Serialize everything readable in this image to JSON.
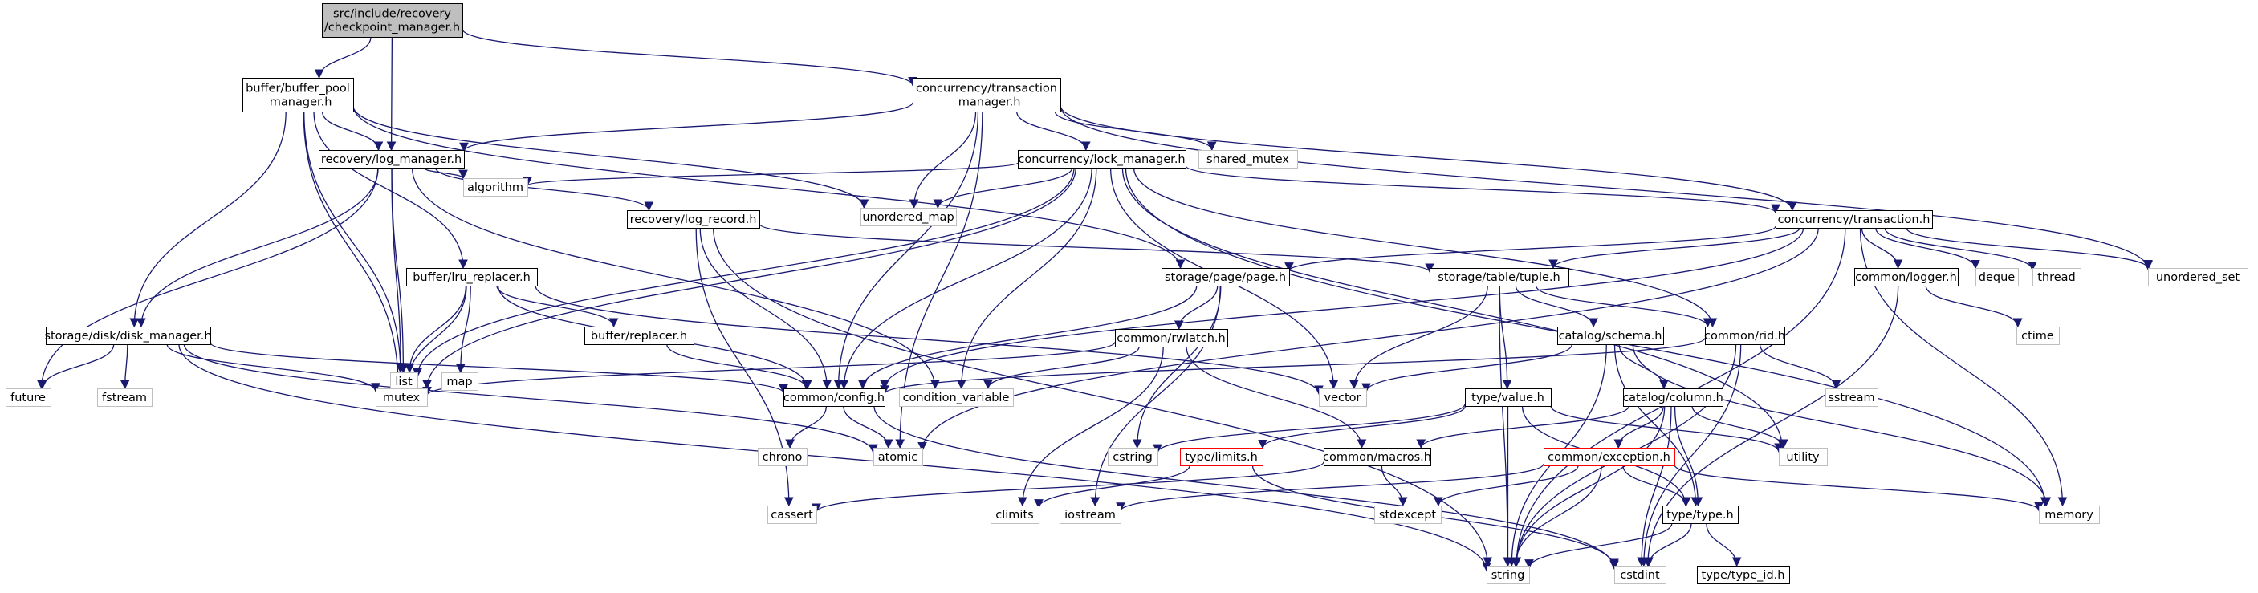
{
  "colors": {
    "edge": "#191970",
    "box_border": "#000000",
    "box_fill": "#ffffff",
    "root_fill": "#bfbfbf",
    "missing_border": "#bfbfbf",
    "truncated_border": "#ff0000",
    "text": "#000000"
  },
  "nodes": {
    "checkpoint_manager": {
      "label": [
        "src/include/recovery",
        "/checkpoint_manager.h"
      ],
      "kind": "root"
    },
    "buffer_pool_manager": {
      "label": [
        "buffer/buffer_pool",
        "_manager.h"
      ],
      "kind": "normal"
    },
    "transaction_manager": {
      "label": [
        "concurrency/transaction",
        "_manager.h"
      ],
      "kind": "normal"
    },
    "log_manager": {
      "label": [
        "recovery/log_manager.h"
      ],
      "kind": "normal"
    },
    "lock_manager": {
      "label": [
        "concurrency/lock_manager.h"
      ],
      "kind": "normal"
    },
    "shared_mutex": {
      "label": [
        "shared_mutex"
      ],
      "kind": "missing"
    },
    "algorithm": {
      "label": [
        "algorithm"
      ],
      "kind": "missing"
    },
    "unordered_map": {
      "label": [
        "unordered_map"
      ],
      "kind": "missing"
    },
    "log_record": {
      "label": [
        "recovery/log_record.h"
      ],
      "kind": "normal"
    },
    "transaction": {
      "label": [
        "concurrency/transaction.h"
      ],
      "kind": "normal"
    },
    "unordered_set": {
      "label": [
        "unordered_set"
      ],
      "kind": "missing"
    },
    "lru_replacer": {
      "label": [
        "buffer/lru_replacer.h"
      ],
      "kind": "normal"
    },
    "page": {
      "label": [
        "storage/page/page.h"
      ],
      "kind": "normal"
    },
    "tuple": {
      "label": [
        "storage/table/tuple.h"
      ],
      "kind": "normal"
    },
    "logger": {
      "label": [
        "common/logger.h"
      ],
      "kind": "normal"
    },
    "deque": {
      "label": [
        "deque"
      ],
      "kind": "missing"
    },
    "thread": {
      "label": [
        "thread"
      ],
      "kind": "missing"
    },
    "list": {
      "label": [
        "list"
      ],
      "kind": "missing"
    },
    "map": {
      "label": [
        "map"
      ],
      "kind": "missing"
    },
    "disk_manager": {
      "label": [
        "storage/disk/disk_manager.h"
      ],
      "kind": "normal"
    },
    "replacer": {
      "label": [
        "buffer/replacer.h"
      ],
      "kind": "normal"
    },
    "rwlatch": {
      "label": [
        "common/rwlatch.h"
      ],
      "kind": "normal"
    },
    "schema": {
      "label": [
        "catalog/schema.h"
      ],
      "kind": "normal"
    },
    "rid": {
      "label": [
        "common/rid.h"
      ],
      "kind": "normal"
    },
    "ctime": {
      "label": [
        "ctime"
      ],
      "kind": "missing"
    },
    "future": {
      "label": [
        "future"
      ],
      "kind": "missing"
    },
    "fstream": {
      "label": [
        "fstream"
      ],
      "kind": "missing"
    },
    "mutex": {
      "label": [
        "mutex"
      ],
      "kind": "missing"
    },
    "config": {
      "label": [
        "common/config.h"
      ],
      "kind": "normal"
    },
    "condition_variable": {
      "label": [
        "condition_variable"
      ],
      "kind": "missing"
    },
    "vector": {
      "label": [
        "vector"
      ],
      "kind": "missing"
    },
    "value": {
      "label": [
        "type/value.h"
      ],
      "kind": "normal"
    },
    "column": {
      "label": [
        "catalog/column.h"
      ],
      "kind": "normal"
    },
    "sstream": {
      "label": [
        "sstream"
      ],
      "kind": "missing"
    },
    "chrono": {
      "label": [
        "chrono"
      ],
      "kind": "missing"
    },
    "atomic": {
      "label": [
        "atomic"
      ],
      "kind": "missing"
    },
    "cstring": {
      "label": [
        "cstring"
      ],
      "kind": "missing"
    },
    "limits": {
      "label": [
        "type/limits.h"
      ],
      "kind": "truncated"
    },
    "macros": {
      "label": [
        "common/macros.h"
      ],
      "kind": "normal"
    },
    "exception": {
      "label": [
        "common/exception.h"
      ],
      "kind": "truncated"
    },
    "utility": {
      "label": [
        "utility"
      ],
      "kind": "missing"
    },
    "cassert": {
      "label": [
        "cassert"
      ],
      "kind": "missing"
    },
    "climits": {
      "label": [
        "climits"
      ],
      "kind": "missing"
    },
    "iostream": {
      "label": [
        "iostream"
      ],
      "kind": "missing"
    },
    "stdexcept": {
      "label": [
        "stdexcept"
      ],
      "kind": "missing"
    },
    "type": {
      "label": [
        "type/type.h"
      ],
      "kind": "normal"
    },
    "memory": {
      "label": [
        "memory"
      ],
      "kind": "missing"
    },
    "string": {
      "label": [
        "string"
      ],
      "kind": "missing"
    },
    "cstdint": {
      "label": [
        "cstdint"
      ],
      "kind": "missing"
    },
    "type_id": {
      "label": [
        "type/type_id.h"
      ],
      "kind": "normal"
    }
  },
  "edges": [
    [
      "checkpoint_manager",
      "buffer_pool_manager"
    ],
    [
      "checkpoint_manager",
      "log_manager"
    ],
    [
      "checkpoint_manager",
      "transaction_manager"
    ],
    [
      "buffer_pool_manager",
      "log_manager"
    ],
    [
      "buffer_pool_manager",
      "disk_manager"
    ],
    [
      "buffer_pool_manager",
      "lru_replacer"
    ],
    [
      "buffer_pool_manager",
      "list"
    ],
    [
      "buffer_pool_manager",
      "mutex"
    ],
    [
      "buffer_pool_manager",
      "unordered_map"
    ],
    [
      "buffer_pool_manager",
      "page"
    ],
    [
      "transaction_manager",
      "log_manager"
    ],
    [
      "transaction_manager",
      "lock_manager"
    ],
    [
      "transaction_manager",
      "shared_mutex"
    ],
    [
      "transaction_manager",
      "unordered_map"
    ],
    [
      "transaction_manager",
      "transaction"
    ],
    [
      "transaction_manager",
      "unordered_set"
    ],
    [
      "transaction_manager",
      "atomic"
    ],
    [
      "transaction_manager",
      "config"
    ],
    [
      "log_manager",
      "algorithm"
    ],
    [
      "log_manager",
      "log_record"
    ],
    [
      "log_manager",
      "disk_manager"
    ],
    [
      "log_manager",
      "condition_variable"
    ],
    [
      "log_manager",
      "future"
    ],
    [
      "log_manager",
      "mutex"
    ],
    [
      "log_manager",
      "list"
    ],
    [
      "lock_manager",
      "algorithm"
    ],
    [
      "lock_manager",
      "unordered_map"
    ],
    [
      "lock_manager",
      "transaction"
    ],
    [
      "lock_manager",
      "config"
    ],
    [
      "lock_manager",
      "condition_variable"
    ],
    [
      "lock_manager",
      "vector"
    ],
    [
      "lock_manager",
      "mutex"
    ],
    [
      "lock_manager",
      "list"
    ],
    [
      "lock_manager",
      "rid"
    ],
    [
      "lock_manager",
      "utility"
    ],
    [
      "lock_manager",
      "memory"
    ],
    [
      "log_record",
      "tuple"
    ],
    [
      "log_record",
      "config"
    ],
    [
      "log_record",
      "cassert"
    ],
    [
      "log_record",
      "string"
    ],
    [
      "transaction",
      "page"
    ],
    [
      "transaction",
      "tuple"
    ],
    [
      "transaction",
      "logger"
    ],
    [
      "transaction",
      "deque"
    ],
    [
      "transaction",
      "thread"
    ],
    [
      "transaction",
      "unordered_set"
    ],
    [
      "transaction",
      "config"
    ],
    [
      "transaction",
      "atomic"
    ],
    [
      "transaction",
      "memory"
    ],
    [
      "transaction",
      "string"
    ],
    [
      "lru_replacer",
      "list"
    ],
    [
      "lru_replacer",
      "map"
    ],
    [
      "lru_replacer",
      "mutex"
    ],
    [
      "lru_replacer",
      "replacer"
    ],
    [
      "lru_replacer",
      "config"
    ],
    [
      "lru_replacer",
      "vector"
    ],
    [
      "page",
      "rwlatch"
    ],
    [
      "page",
      "config"
    ],
    [
      "page",
      "cstring"
    ],
    [
      "page",
      "iostream"
    ],
    [
      "tuple",
      "schema"
    ],
    [
      "tuple",
      "rid"
    ],
    [
      "tuple",
      "value"
    ],
    [
      "tuple",
      "vector"
    ],
    [
      "tuple",
      "string"
    ],
    [
      "logger",
      "ctime"
    ],
    [
      "logger",
      "cstdint"
    ],
    [
      "disk_manager",
      "future"
    ],
    [
      "disk_manager",
      "fstream"
    ],
    [
      "disk_manager",
      "mutex"
    ],
    [
      "disk_manager",
      "config"
    ],
    [
      "disk_manager",
      "atomic"
    ],
    [
      "disk_manager",
      "string"
    ],
    [
      "replacer",
      "config"
    ],
    [
      "rwlatch",
      "mutex"
    ],
    [
      "rwlatch",
      "condition_variable"
    ],
    [
      "rwlatch",
      "climits"
    ],
    [
      "rwlatch",
      "macros"
    ],
    [
      "schema",
      "column"
    ],
    [
      "schema",
      "vector"
    ],
    [
      "schema",
      "type"
    ],
    [
      "schema",
      "memory"
    ],
    [
      "schema",
      "string"
    ],
    [
      "rid",
      "config"
    ],
    [
      "rid",
      "sstream"
    ],
    [
      "rid",
      "string"
    ],
    [
      "rid",
      "cstdint"
    ],
    [
      "config",
      "chrono"
    ],
    [
      "config",
      "atomic"
    ],
    [
      "config",
      "cstdint"
    ],
    [
      "value",
      "limits"
    ],
    [
      "value",
      "cstring"
    ],
    [
      "value",
      "string"
    ],
    [
      "value",
      "utility"
    ],
    [
      "value",
      "type"
    ],
    [
      "column",
      "macros"
    ],
    [
      "column",
      "exception"
    ],
    [
      "column",
      "type"
    ],
    [
      "column",
      "utility"
    ],
    [
      "column",
      "string"
    ],
    [
      "column",
      "cstdint"
    ],
    [
      "limits",
      "climits"
    ],
    [
      "limits",
      "cstdint"
    ],
    [
      "macros",
      "cassert"
    ],
    [
      "macros",
      "stdexcept"
    ],
    [
      "exception",
      "iostream"
    ],
    [
      "exception",
      "stdexcept"
    ],
    [
      "exception",
      "memory"
    ],
    [
      "exception",
      "string"
    ],
    [
      "exception",
      "type"
    ],
    [
      "type",
      "string"
    ],
    [
      "type",
      "cstdint"
    ],
    [
      "type",
      "type_id"
    ]
  ]
}
